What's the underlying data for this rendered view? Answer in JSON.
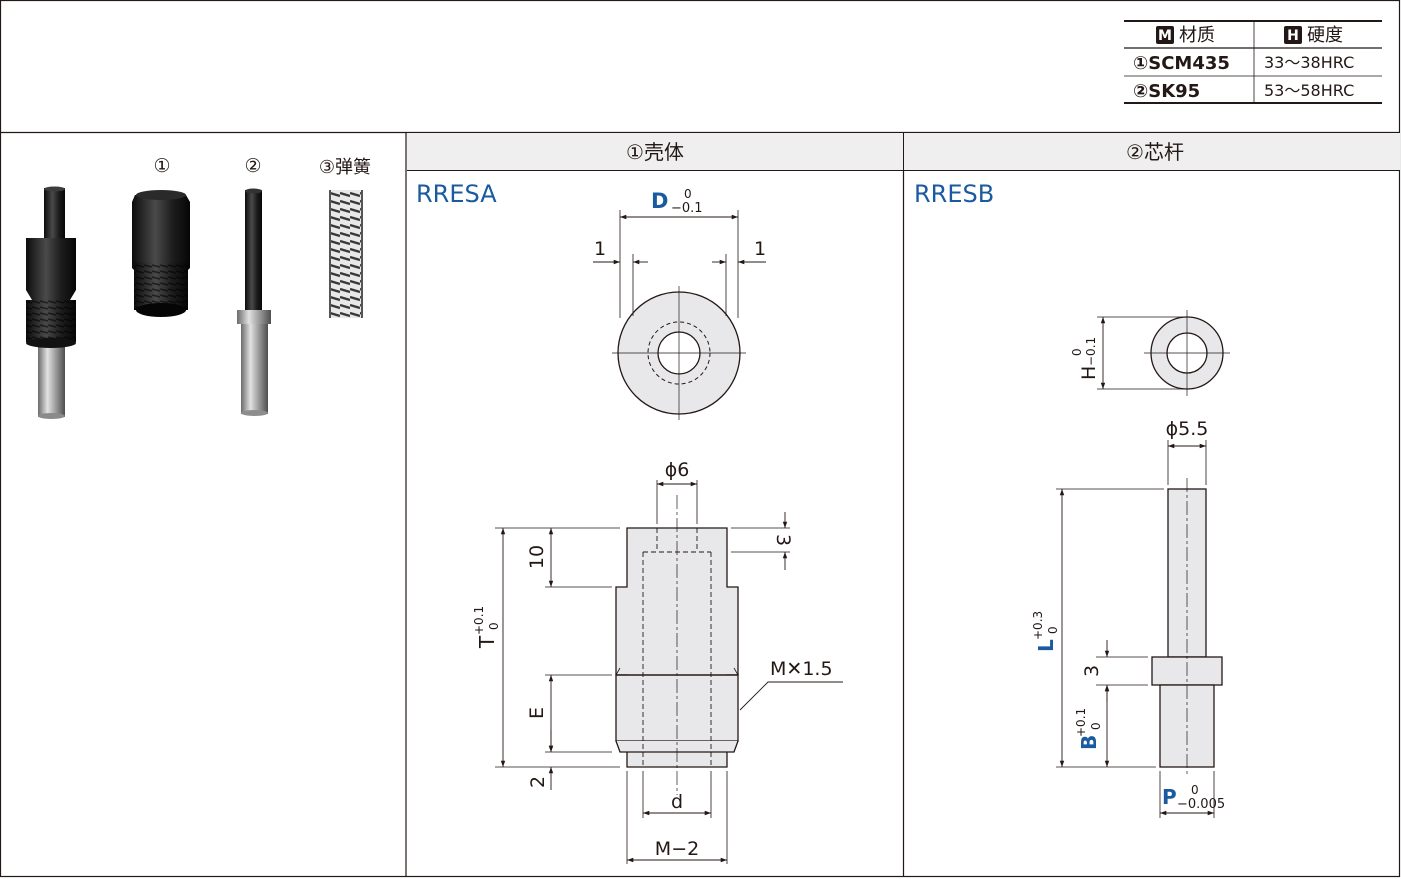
{
  "spec_table": {
    "header_material_badge": "M",
    "header_material": "材质",
    "header_hardness_badge": "H",
    "header_hardness": "硬度",
    "rows": [
      {
        "material": "①SCM435",
        "hardness": "33～38HRC"
      },
      {
        "material": "②SK95",
        "hardness": "53～58HRC"
      }
    ]
  },
  "photo_panel": {
    "label_1": "①",
    "label_2": "②",
    "label_3": "③弹簧"
  },
  "panel_shell": {
    "header": "①壳体",
    "model": "RRESA",
    "dims": {
      "D": "D",
      "D_upper": "0",
      "D_lower": "−0.1",
      "one_left": "1",
      "one_right": "1",
      "phi6": "ϕ6",
      "three": "3",
      "ten": "10",
      "T": "T",
      "T_upper": "+0.1",
      "T_lower": "0",
      "mx": "M✕1.5",
      "E": "E",
      "two": "2",
      "d": "d",
      "m2": "M−2"
    }
  },
  "panel_core": {
    "header": "②芯杆",
    "model": "RRESB",
    "dims": {
      "H": "H",
      "H_upper": "0",
      "H_lower": "−0.1",
      "phi55": "ϕ5.5",
      "L": "L",
      "L_upper": "+0.3",
      "L_lower": "0",
      "three": "3",
      "B": "B",
      "B_upper": "+0.1",
      "B_lower": "0",
      "P": "P",
      "P_upper": "0",
      "P_lower": "−0.005"
    }
  },
  "colors": {
    "border": "#231815",
    "header_bg": "#efefef",
    "part_fill": "#e8e8ea",
    "accent_blue": "#1a5a9e"
  }
}
